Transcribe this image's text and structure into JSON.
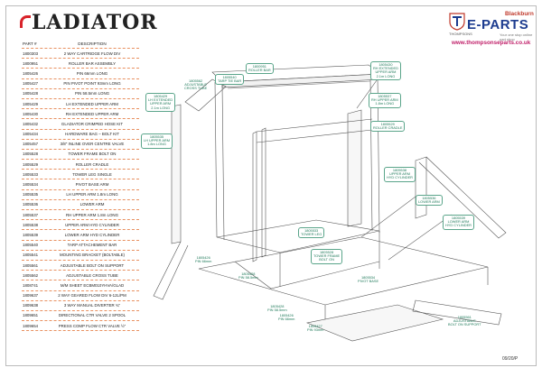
{
  "logo": {
    "text": "LADIATOR"
  },
  "brand": {
    "blackburn": "Blackburn",
    "eparts": "E-PARTS",
    "tagline": "Your one stop online part shop",
    "thompsons": "THOMPSONS",
    "url": "www.thompsonseparts.co.uk"
  },
  "table": {
    "col_part": "PART #",
    "col_desc": "DESCRIPTION",
    "rows": [
      {
        "part": "1800303",
        "desc": "2 WAY CARTRIDGE FLOW DIV"
      },
      {
        "part": "1800951",
        "desc": "ROLLER BAR ASSEMBLY"
      },
      {
        "part": "1805426",
        "desc": "PIN 66mm LONG"
      },
      {
        "part": "1805427",
        "desc": "PIN PIVOT POINT 93mm LONG"
      },
      {
        "part": "1805428",
        "desc": "PIN 58.5mm LONG"
      },
      {
        "part": "1805429",
        "desc": "LH EXTENDED UPPER ARM"
      },
      {
        "part": "1805430",
        "desc": "RH EXTENDED UPPER ARM"
      },
      {
        "part": "1805432",
        "desc": "GLADIATOR CRIMPED HOSE KIT"
      },
      {
        "part": "1805434",
        "desc": "HARDWARE BAG – BOLT KIT"
      },
      {
        "part": "1805457",
        "desc": "3/8\" INLINE OVER CENTRE VALVE"
      },
      {
        "part": "1805528",
        "desc": "TOWER FRAME BOLT ON"
      },
      {
        "part": "1805529",
        "desc": "ROLLER CRADLE"
      },
      {
        "part": "1805533",
        "desc": "TOWER LEG SINGLE"
      },
      {
        "part": "1805534",
        "desc": "PIVOT BASE ARM"
      },
      {
        "part": "1805535",
        "desc": "LH UPPER ARM 1.8m LONG"
      },
      {
        "part": "1805536",
        "desc": "LOWER ARM"
      },
      {
        "part": "1805537",
        "desc": "RH UPPER ARM 1.8m LONG"
      },
      {
        "part": "1805538",
        "desc": "UPPER ARM HYD CYLINDER"
      },
      {
        "part": "1805539",
        "desc": "LOWER ARM HYD CYLINDER"
      },
      {
        "part": "1805540",
        "desc": "TARP ATTACHEMENT BAR"
      },
      {
        "part": "1805541",
        "desc": "MOUNTING BRACKET (BOLTABLE)"
      },
      {
        "part": "1805561",
        "desc": "ADJUSTABLE BOLT ON SUPPORT"
      },
      {
        "part": "1805562",
        "desc": "ADJUSTABLE CROSS TUBE"
      },
      {
        "part": "1808741",
        "desc": "M/M SHEET ECBM010YHVA/GLAD"
      },
      {
        "part": "1809637",
        "desc": "2 WAY GEARED FLOW DIV 6-12L/PM"
      },
      {
        "part": "1809638",
        "desc": "3 WAY MANUAL DIVERTER ¾\""
      },
      {
        "part": "1809651",
        "desc": "DIRECTIONAL CTR VALVE 2 SPOOL"
      },
      {
        "part": "1809654",
        "desc": "PRESS COMP FLOW CTR VALVE ½\""
      }
    ]
  },
  "callouts": {
    "c1800951": "1800951\nROLLER BAR",
    "c1805540": "1805540\nTARP TIE BAR",
    "c1805562": "1805562\nADJUSTABLE\nCROSS TUBE",
    "c1805429": "1805429\nLH EXTENDED\nUPPER ARM\n2.1m LONG",
    "c1805430": "1805430\nRH EXTENDED\nUPPER ARM\n2.1m LONG",
    "c1805537": "1805537\nRH UPPER ARM\n1.8m LONG",
    "c1805529": "1805529\nROLLER CRADLE",
    "c1805535": "1805535\nLH UPPER ARM\n1.8m LONG",
    "c1805538": "1805538\nUPPER ARM\nHYD CYLINDER",
    "c1805536": "1805536\nLOWER ARM",
    "c1805539": "1805539\nLOWER ARM\nHYD CYLINDER",
    "c1805533": "1805533\nTOWER LEG",
    "c1805528": "1805528\nTOWER FRAME\nBOLT ON",
    "c1805426a": "1805426\nPIN 66mm",
    "c1805428a": "1805428\nPIN 58.5mm",
    "c1805534": "1805534\nPIVOT BASE",
    "c1805428b": "1805428\nPIN 58.5mm",
    "c1805426b": "1805426\nPIN 66mm",
    "c1805427": "1805427\nPIN 93mm",
    "c1805561": "1805561\nADJUSTABLE\nBOLT ON SUPPORT"
  },
  "footer": {
    "date": "09/20/P"
  }
}
